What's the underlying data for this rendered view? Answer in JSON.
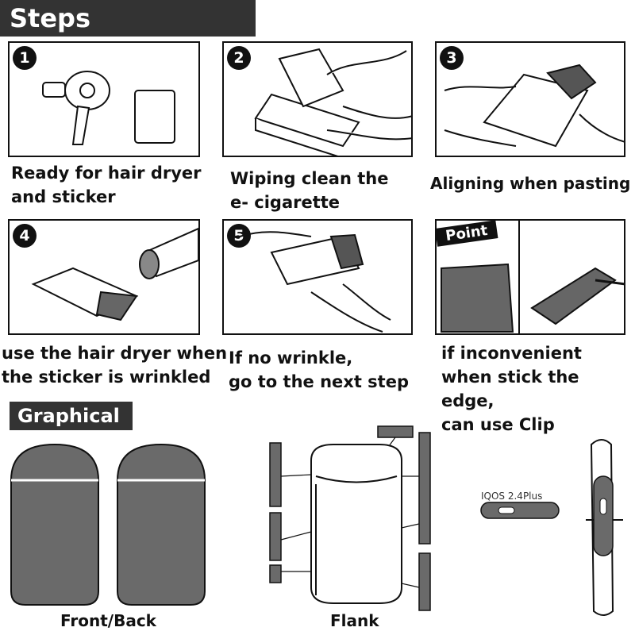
{
  "headers": {
    "steps": "Steps",
    "graphical": "Graphical"
  },
  "steps": [
    {
      "num": "1",
      "caption": "Ready for hair dryer\nand sticker"
    },
    {
      "num": "2",
      "caption": "Wiping clean the\ne- cigarette"
    },
    {
      "num": "3",
      "caption": "Aligning when pasting"
    },
    {
      "num": "4",
      "caption": "use the hair dryer when\nthe sticker is wrinkled"
    },
    {
      "num": "5",
      "caption": "If no wrinkle,\ngo to the next step"
    },
    {
      "badge": "Point",
      "caption": "if  inconvenient\nwhen  stick the edge,\ncan use Clip"
    }
  ],
  "graphical": {
    "front_back_label": "Front/Back",
    "flank_label": "Flank",
    "device_model": "IQOS 2.4Plus"
  },
  "colors": {
    "header_bg": "#333333",
    "sticker_gray": "#6a6a6a",
    "outline": "#111111"
  }
}
